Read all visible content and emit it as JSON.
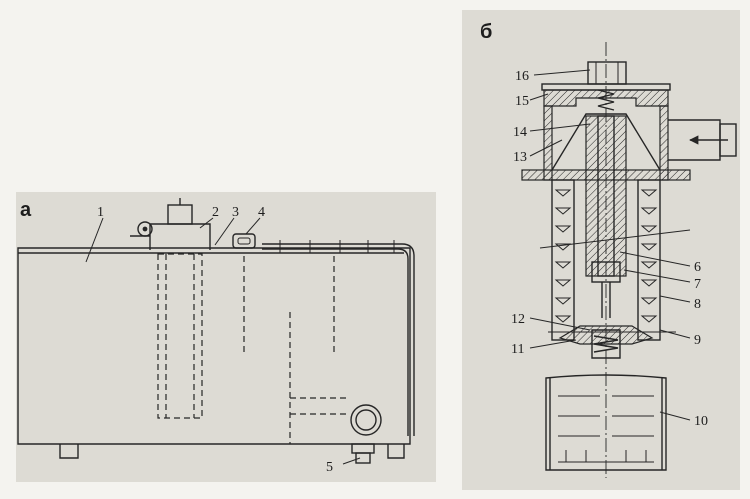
{
  "panels": {
    "a": "а",
    "b": "б"
  },
  "labels_a": [
    "1",
    "2",
    "3",
    "4",
    "5"
  ],
  "labels_b": [
    "16",
    "15",
    "14",
    "13",
    "6",
    "7",
    "8",
    "12",
    "11",
    "9",
    "10"
  ],
  "colors": {
    "paper": "#f4f3ef",
    "shade": "#dddbd4",
    "ink": "#262626"
  }
}
